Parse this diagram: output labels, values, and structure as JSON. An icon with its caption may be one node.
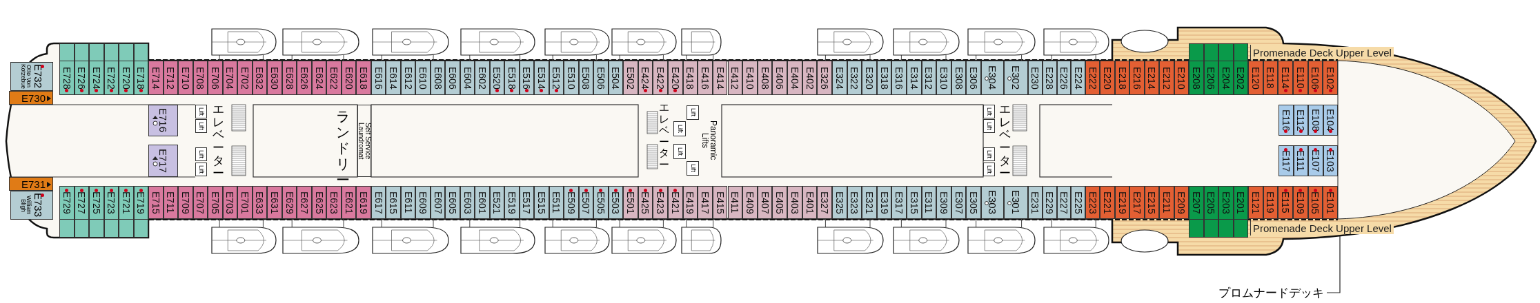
{
  "diagram": {
    "nodes": [
      {
        "text": [
          "E732",
          "Otto Von Kotzebue"
        ]
      },
      {
        "text": [
          "E730"
        ]
      },
      {
        "text": [
          "E728"
        ]
      },
      {
        "text": [
          "E726"
        ]
      },
      {
        "text": [
          "E724"
        ]
      },
      {
        "text": [
          "E722"
        ]
      },
      {
        "text": [
          "E720"
        ]
      },
      {
        "text": [
          "E718"
        ]
      },
      {
        "text": [
          "E714"
        ]
      },
      {
        "text": [
          "E712"
        ]
      },
      {
        "text": [
          "E710"
        ]
      },
      {
        "text": [
          "E708"
        ]
      },
      {
        "text": [
          "E706"
        ]
      },
      {
        "text": [
          "E704"
        ]
      },
      {
        "text": [
          "E702"
        ]
      },
      {
        "text": [
          "E632"
        ]
      },
      {
        "text": [
          "E630"
        ]
      },
      {
        "text": [
          "E628"
        ]
      },
      {
        "text": [
          "E626"
        ]
      },
      {
        "text": [
          "E624"
        ]
      },
      {
        "text": [
          "E622"
        ]
      },
      {
        "text": [
          "E620"
        ]
      },
      {
        "text": [
          "E618"
        ]
      },
      {
        "text": [
          "E616"
        ]
      },
      {
        "text": [
          "E614"
        ]
      },
      {
        "text": [
          "E612"
        ]
      },
      {
        "text": [
          "E610"
        ]
      },
      {
        "text": [
          "E608"
        ]
      },
      {
        "text": [
          "E606"
        ]
      },
      {
        "text": [
          "E604"
        ]
      },
      {
        "text": [
          "E602"
        ]
      },
      {
        "text": [
          "E520"
        ]
      },
      {
        "text": [
          "E518"
        ]
      },
      {
        "text": [
          "E516"
        ]
      },
      {
        "text": [
          "E514"
        ]
      },
      {
        "text": [
          "E512"
        ]
      },
      {
        "text": [
          "E510"
        ]
      },
      {
        "text": [
          "E508"
        ]
      },
      {
        "text": [
          "E506"
        ]
      },
      {
        "text": [
          "E504"
        ]
      },
      {
        "text": [
          "E502"
        ]
      },
      {
        "text": [
          "E424"
        ]
      },
      {
        "text": [
          "E422"
        ]
      },
      {
        "text": [
          "E420"
        ]
      },
      {
        "text": [
          "E418"
        ]
      },
      {
        "text": [
          "E416"
        ]
      },
      {
        "text": [
          "E414"
        ]
      },
      {
        "text": [
          "E412"
        ]
      },
      {
        "text": [
          "E410"
        ]
      },
      {
        "text": [
          "E408"
        ]
      },
      {
        "text": [
          "E406"
        ]
      },
      {
        "text": [
          "E404"
        ]
      },
      {
        "text": [
          "E402"
        ]
      },
      {
        "text": [
          "E326"
        ]
      },
      {
        "text": [
          "E324"
        ]
      },
      {
        "text": [
          "E322"
        ]
      },
      {
        "text": [
          "E320"
        ]
      },
      {
        "text": [
          "E318"
        ]
      },
      {
        "text": [
          "E316"
        ]
      },
      {
        "text": [
          "E314"
        ]
      },
      {
        "text": [
          "E312"
        ]
      },
      {
        "text": [
          "E310"
        ]
      },
      {
        "text": [
          "E308"
        ]
      },
      {
        "text": [
          "E306"
        ]
      },
      {
        "text": [
          "E304"
        ]
      },
      {
        "text": [
          "E302"
        ]
      },
      {
        "text": [
          "E230"
        ]
      },
      {
        "text": [
          "E228"
        ]
      },
      {
        "text": [
          "E226"
        ]
      },
      {
        "text": [
          "E224"
        ]
      },
      {
        "text": [
          "E222"
        ]
      },
      {
        "text": [
          "E220"
        ]
      },
      {
        "text": [
          "E218"
        ]
      },
      {
        "text": [
          "E216"
        ]
      },
      {
        "text": [
          "E214"
        ]
      },
      {
        "text": [
          "E212"
        ]
      },
      {
        "text": [
          "E210"
        ]
      },
      {
        "text": [
          "E208"
        ]
      },
      {
        "text": [
          "E206"
        ]
      },
      {
        "text": [
          "E204"
        ]
      },
      {
        "text": [
          "E202"
        ]
      },
      {
        "text": [
          "E120"
        ]
      },
      {
        "text": [
          "E118"
        ]
      },
      {
        "text": [
          "E114"
        ]
      },
      {
        "text": [
          "E110"
        ]
      },
      {
        "text": [
          "E106"
        ]
      },
      {
        "text": [
          "E102"
        ]
      },
      {
        "text": [
          "E116"
        ]
      },
      {
        "text": [
          "E112"
        ]
      },
      {
        "text": [
          "E108"
        ]
      },
      {
        "text": [
          "E104"
        ]
      },
      {
        "text": [
          "E117"
        ]
      },
      {
        "text": [
          "E111"
        ]
      },
      {
        "text": [
          "E107"
        ]
      },
      {
        "text": [
          "E103"
        ]
      },
      {
        "text": [
          "E716"
        ]
      },
      {
        "text": [
          "E717"
        ]
      },
      {
        "text": [
          "Lift"
        ]
      },
      {
        "text": [
          "Lift"
        ]
      },
      {
        "text": [
          "Lift"
        ]
      },
      {
        "text": [
          "Lift"
        ]
      },
      {
        "text": [
          "Self Service Laundromat"
        ],
        "beside": [
          "ランドリー"
        ]
      },
      {
        "text": [
          "Lift"
        ]
      },
      {
        "text": [
          "Lift"
        ]
      },
      {
        "text": [
          "Lift"
        ]
      },
      {
        "text": [
          "Lift"
        ]
      },
      {
        "text": [
          "Panoramic Lifts"
        ]
      },
      {
        "text": [
          "Lift"
        ]
      },
      {
        "text": [
          "Lift"
        ]
      },
      {
        "text": [
          "Lift"
        ]
      },
      {
        "text": [
          "Lift"
        ]
      },
      {
        "text": [
          "E731"
        ]
      },
      {
        "text": [
          "E733",
          "William Bligh"
        ]
      },
      {
        "text": [
          "E729"
        ]
      },
      {
        "text": [
          "E727"
        ]
      },
      {
        "text": [
          "E725"
        ]
      },
      {
        "text": [
          "E723"
        ]
      },
      {
        "text": [
          "E721"
        ]
      },
      {
        "text": [
          "E719"
        ]
      },
      {
        "text": [
          "E715"
        ]
      },
      {
        "text": [
          "E711"
        ]
      },
      {
        "text": [
          "E709"
        ]
      },
      {
        "text": [
          "E707"
        ]
      },
      {
        "text": [
          "E705"
        ]
      },
      {
        "text": [
          "E703"
        ]
      },
      {
        "text": [
          "E701"
        ]
      },
      {
        "text": [
          "E633"
        ]
      },
      {
        "text": [
          "E631"
        ]
      },
      {
        "text": [
          "E629"
        ]
      },
      {
        "text": [
          "E627"
        ]
      },
      {
        "text": [
          "E625"
        ]
      },
      {
        "text": [
          "E623"
        ]
      },
      {
        "text": [
          "E621"
        ]
      },
      {
        "text": [
          "E619"
        ]
      },
      {
        "text": [
          "E617"
        ]
      },
      {
        "text": [
          "E615"
        ]
      },
      {
        "text": [
          "E611"
        ]
      },
      {
        "text": [
          "E609"
        ]
      },
      {
        "text": [
          "E607"
        ]
      },
      {
        "text": [
          "E605"
        ]
      },
      {
        "text": [
          "E603"
        ]
      },
      {
        "text": [
          "E601"
        ]
      },
      {
        "text": [
          "E521"
        ]
      },
      {
        "text": [
          "E519"
        ]
      },
      {
        "text": [
          "E517"
        ]
      },
      {
        "text": [
          "E515"
        ]
      },
      {
        "text": [
          "E511"
        ]
      },
      {
        "text": [
          "E509"
        ]
      },
      {
        "text": [
          "E507"
        ]
      },
      {
        "text": [
          "E505"
        ]
      },
      {
        "text": [
          "E503"
        ]
      },
      {
        "text": [
          "E501"
        ]
      },
      {
        "text": [
          "E425"
        ]
      },
      {
        "text": [
          "E423"
        ]
      },
      {
        "text": [
          "E421"
        ]
      },
      {
        "text": [
          "E419"
        ]
      },
      {
        "text": [
          "E417"
        ]
      },
      {
        "text": [
          "E415"
        ]
      },
      {
        "text": [
          "E411"
        ]
      },
      {
        "text": [
          "E409"
        ]
      },
      {
        "text": [
          "E407"
        ]
      },
      {
        "text": [
          "E405"
        ]
      },
      {
        "text": [
          "E403"
        ]
      },
      {
        "text": [
          "E401"
        ]
      },
      {
        "text": [
          "E327"
        ]
      },
      {
        "text": [
          "E325"
        ]
      },
      {
        "text": [
          "E323"
        ]
      },
      {
        "text": [
          "E321"
        ]
      },
      {
        "text": [
          "E319"
        ]
      },
      {
        "text": [
          "E317"
        ]
      },
      {
        "text": [
          "E315"
        ]
      },
      {
        "text": [
          "E311"
        ]
      },
      {
        "text": [
          "E309"
        ]
      },
      {
        "text": [
          "E307"
        ]
      },
      {
        "text": [
          "E305"
        ]
      },
      {
        "text": [
          "E303"
        ]
      },
      {
        "text": [
          "E301"
        ]
      },
      {
        "text": [
          "E231"
        ]
      },
      {
        "text": [
          "E229"
        ]
      },
      {
        "text": [
          "E227"
        ]
      },
      {
        "text": [
          "E225"
        ]
      },
      {
        "text": [
          "E223"
        ]
      },
      {
        "text": [
          "E221"
        ]
      },
      {
        "text": [
          "E219"
        ]
      },
      {
        "text": [
          "E217"
        ]
      },
      {
        "text": [
          "E215"
        ]
      },
      {
        "text": [
          "E211"
        ]
      },
      {
        "text": [
          "E209"
        ]
      },
      {
        "text": [
          "E207"
        ]
      },
      {
        "text": [
          "E205"
        ]
      },
      {
        "text": [
          "E203"
        ]
      },
      {
        "text": [
          "E201"
        ]
      },
      {
        "text": [
          "E121"
        ]
      },
      {
        "text": [
          "E119"
        ]
      },
      {
        "text": [
          "E115"
        ]
      },
      {
        "text": [
          "E109"
        ]
      },
      {
        "text": [
          "E105"
        ]
      },
      {
        "text": [
          "E101"
        ]
      },
      {
        "text": [
          "Promenade Deck Upper Level"
        ]
      },
      {
        "text": [
          "Promenade Deck Upper Level"
        ]
      },
      {
        "text": [
          "プロムナードデッキ"
        ]
      }
    ],
    "edges": [
      {
        "from": 200,
        "to": 199,
        "arrow": "none"
      }
    ],
    "labels": [
      "エレベーター",
      "エレベーター",
      "エレベーター"
    ]
  }
}
